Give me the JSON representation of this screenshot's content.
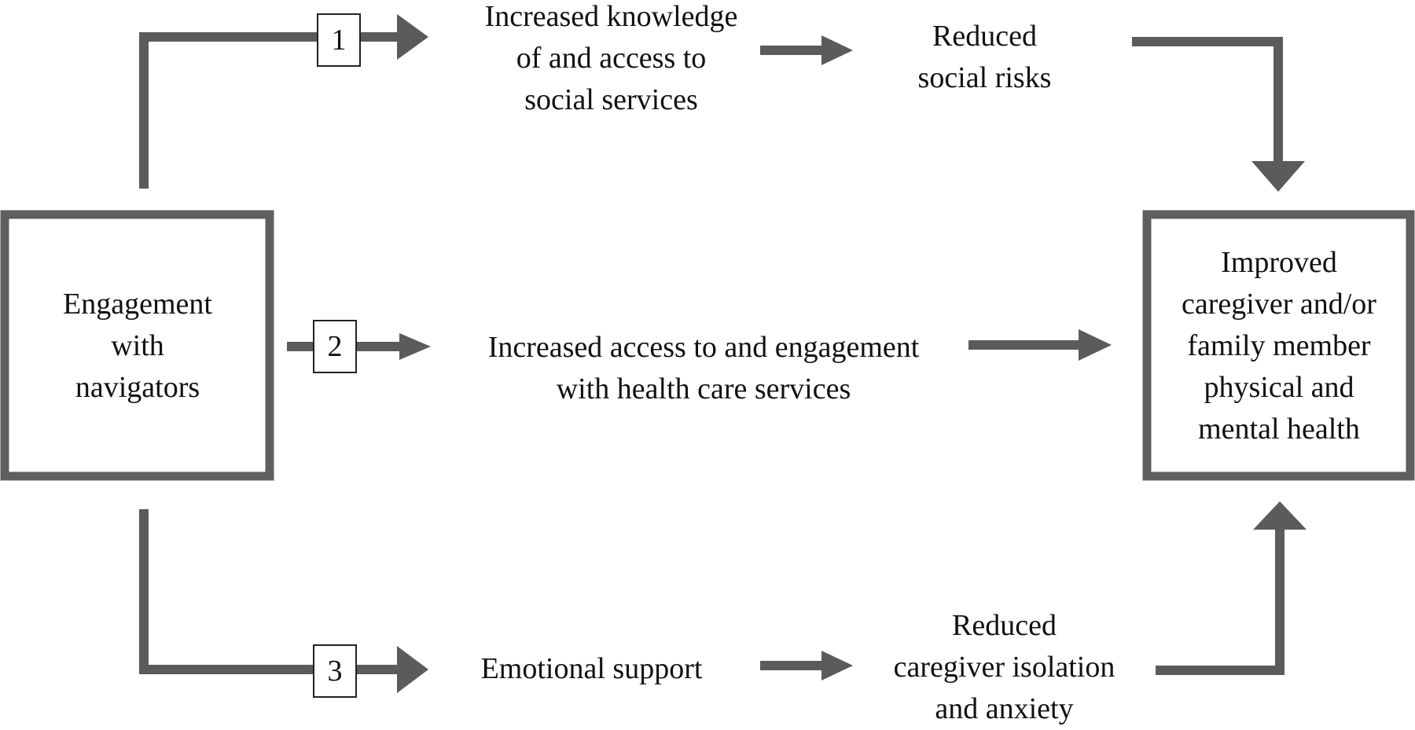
{
  "colors": {
    "connector": "#5b5b5b",
    "box_border": "#5f5f5f",
    "text": "#111111"
  },
  "nodes": {
    "source": "Engagement\nwith\nnavigators",
    "outcome": "Improved\ncaregiver and/or\nfamily member\nphysical and\nmental health",
    "path1_step1": "Increased knowledge\nof and access to\nsocial services",
    "path1_step2": "Reduced\nsocial risks",
    "path2_step1": "Increased access to and engagement\nwith health care services",
    "path3_step1": "Emotional support",
    "path3_step2": "Reduced\ncaregiver isolation\nand anxiety"
  },
  "pathways": {
    "p1": "1",
    "p2": "2",
    "p3": "3"
  }
}
